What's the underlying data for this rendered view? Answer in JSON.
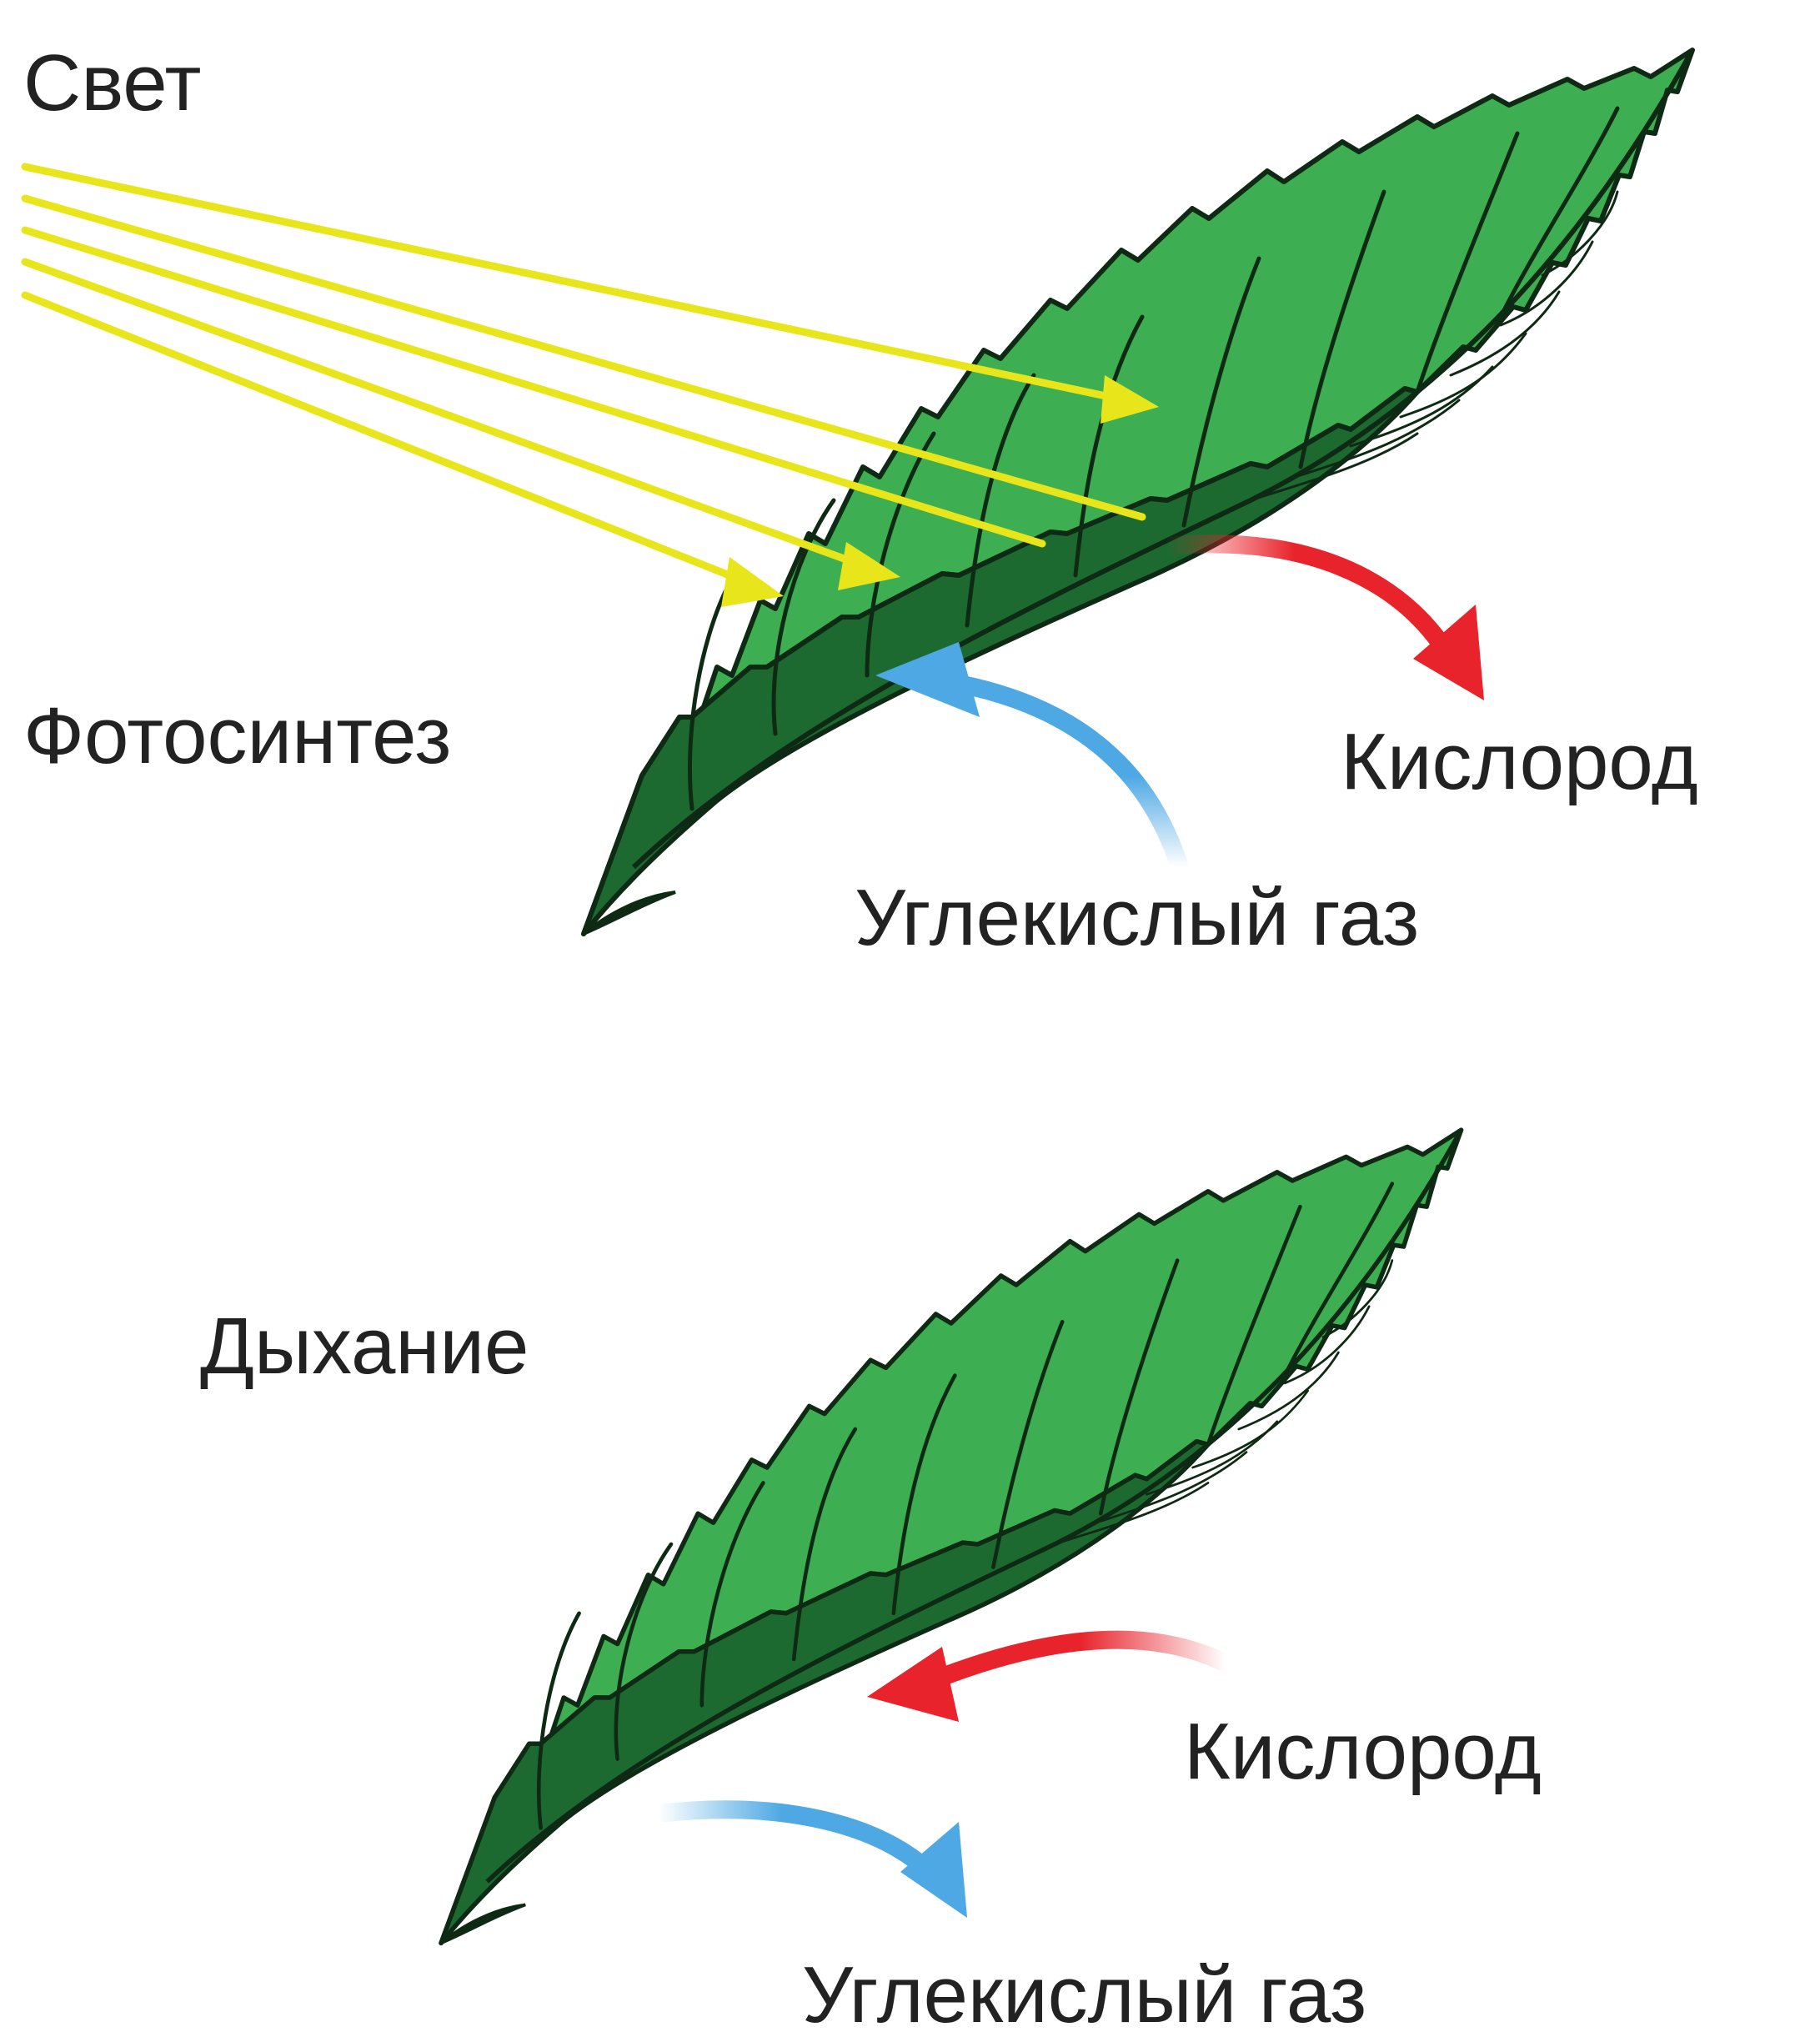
{
  "colors": {
    "leaf_light": "#3daf52",
    "leaf_dark": "#1d6a31",
    "leaf_outline": "#0f2a14",
    "light_ray": "#e8e61a",
    "oxygen_arrow": "#e8232b",
    "co2_arrow": "#4da8e4",
    "text": "#222222"
  },
  "photosynthesis": {
    "light_label": "Свет",
    "process_label": "Фотосинтез",
    "oxygen_label": "Кислород",
    "co2_label": "Углекислый газ"
  },
  "respiration": {
    "process_label": "Дыхание",
    "oxygen_label": "Кислород",
    "co2_label": "Углекислый газ"
  },
  "icons": [
    "leaf-icon",
    "light-ray-arrow",
    "oxygen-arrow",
    "co2-arrow"
  ]
}
